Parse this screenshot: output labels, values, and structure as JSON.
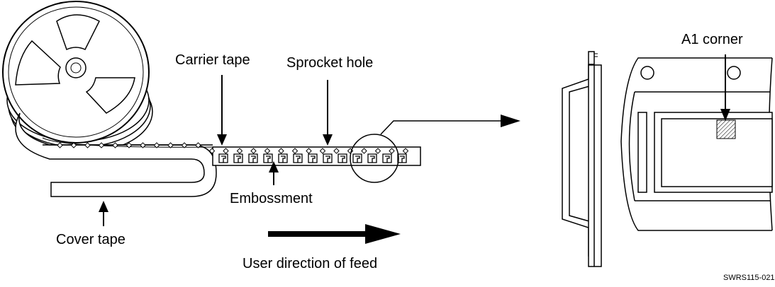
{
  "labels": {
    "carrier_tape": "Carrier tape",
    "sprocket_hole": "Sprocket hole",
    "embossment": "Embossment",
    "cover_tape": "Cover tape",
    "feed_direction": "User direction of feed",
    "a1_corner": "A1 corner",
    "figure_id": "SWRS115-021"
  },
  "colors": {
    "stroke": "#000000",
    "background": "#ffffff"
  }
}
